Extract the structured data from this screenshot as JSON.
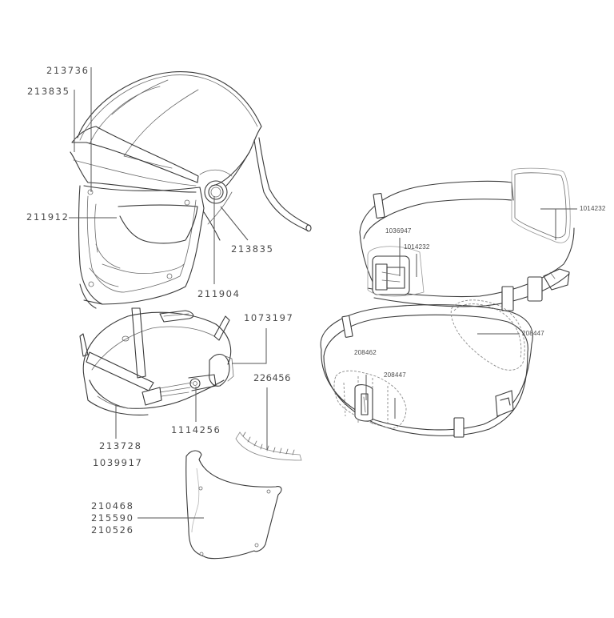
{
  "diagram": {
    "type": "exploded-parts-diagram",
    "subject": "powered air respirator helmet with headband, visor and belt",
    "callouts": {
      "helmet_top_1": "213736",
      "helmet_top_2": "213835",
      "visor_frame": "211912",
      "side_seal": "213835",
      "side_knob": "211904",
      "headband_ratchet": "1073197",
      "comfort_pad": "226456",
      "headband_main_1": "213728",
      "headband_main_2": "1039917",
      "headband_pivot": "1114256",
      "visor_1": "210468",
      "visor_2": "215590",
      "visor_3": "210526",
      "belt_back_pad": "1014232",
      "belt_buckle": "1036947",
      "belt_buckle_pad": "1014232",
      "waist_belt_pad": "208447",
      "waist_belt": "208462",
      "waist_belt_clip_pad": "208447"
    }
  }
}
